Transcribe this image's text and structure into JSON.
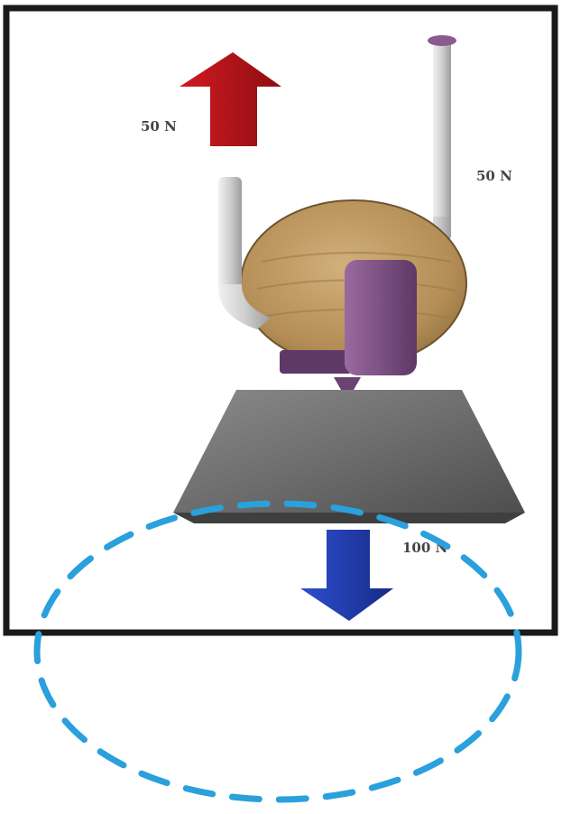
{
  "diagram": {
    "labels": {
      "rope_left_force": "50 N",
      "rope_right_force": "50 N",
      "weight_force": "100 N"
    },
    "colors": {
      "frame": "#1a1a1a",
      "up_arrow": "#b31217",
      "down_arrow": "#1f3aa6",
      "rope": "#d9d9d9",
      "pulley_wood": "#b8965e",
      "pulley_axle": "#7a4e80",
      "weight": "#6b6b6b",
      "highlight_ellipse": "#2aa0dc"
    }
  }
}
